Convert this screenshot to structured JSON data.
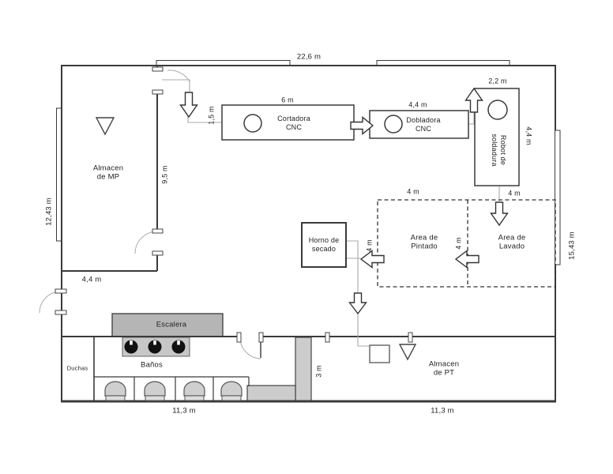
{
  "plan": {
    "rooms": {
      "almacen_mp": {
        "line1": "Almacen",
        "line2": "de MP"
      },
      "area_pintado": {
        "line1": "Area de",
        "line2": "Pintado"
      },
      "area_lavado": {
        "line1": "Area de",
        "line2": "Lavado"
      },
      "almacen_pt": {
        "line1": "Almacen",
        "line2": "de PT"
      },
      "escalera": {
        "label": "Escalera"
      },
      "banos": {
        "label": "Baños"
      },
      "duchas": {
        "label": "Duchas"
      }
    },
    "machines": {
      "cortadora": {
        "line1": "Cortadora",
        "line2": "CNC"
      },
      "dobladora": {
        "line1": "Dobladora",
        "line2": "CNC"
      },
      "robot": {
        "line1": "Robot de",
        "line2": "soldadura"
      },
      "horno": {
        "line1": "Horno de",
        "line2": "secado"
      }
    },
    "dimensions": {
      "top_width": "22,6 m",
      "left_height": "12,43 m",
      "right_height": "15,43 m",
      "mp_inner_height": "9,5 m",
      "mp_bottom_width": "4,4 m",
      "door_to_cortadora": "1,5 m",
      "cortadora_width": "6 m",
      "dobladora_width": "4,4 m",
      "robot_width": "2,2 m",
      "robot_height": "4,4 m",
      "pintado_top": "4 m",
      "robot_to_lavado": "4 m",
      "lavado_to_pintado": "4 m",
      "pintado_to_horno": "4 m",
      "pt_corridor_width": "3 m",
      "banos_width": "11,3 m",
      "pt_width": "11,3 m"
    },
    "colors": {
      "wall": "#3a3a3a",
      "thin_line": "#a0a0a0",
      "dashed": "#333333",
      "escalera_fill": "#b5b5b5",
      "counter_fill": "#c7c7c7",
      "gray_wall_fill": "#cccccc",
      "toilet_fill": "#cfcfcf",
      "sink_fill": "#111111"
    }
  }
}
